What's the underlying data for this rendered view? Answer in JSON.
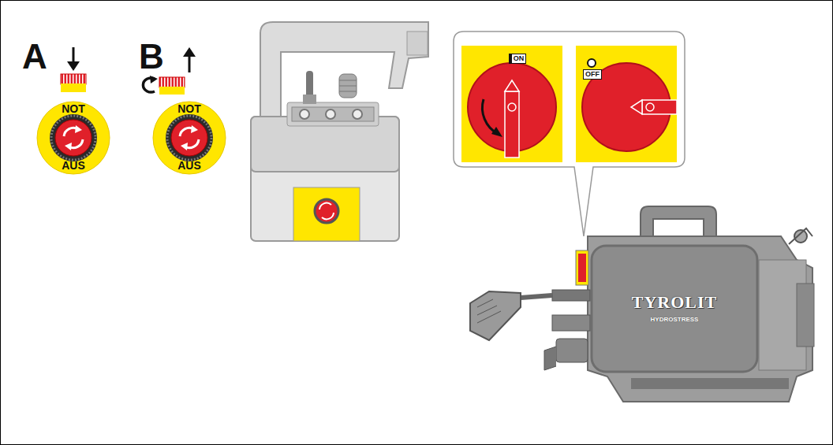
{
  "diagram": {
    "nodes": [
      {
        "text": [
          "NOT",
          "AUS"
        ]
      },
      {
        "text": [
          "NOT",
          "AUS"
        ]
      },
      {
        "text": [
          "ON"
        ]
      },
      {
        "text": [
          "OFF"
        ]
      },
      {
        "text": [
          "TYROLIT",
          "HYDROSTRESS"
        ]
      }
    ],
    "labels": [
      "A",
      "B"
    ]
  }
}
